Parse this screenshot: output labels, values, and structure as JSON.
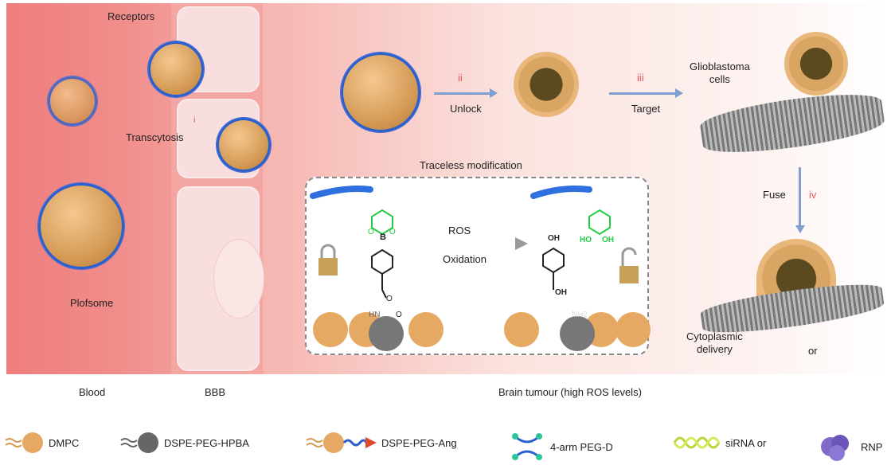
{
  "regions": {
    "blood": "Blood",
    "bbb": "BBB",
    "tumour": "Brain tumour (high ROS levels)"
  },
  "labels": {
    "receptors": "Receptors",
    "transcytosis": "Transcytosis",
    "step_i": "i",
    "plofsome": "Plofsome",
    "step_ii": "ii",
    "unlock": "Unlock",
    "step_iii": "iii",
    "target": "Target",
    "glioblastoma": "Glioblastoma\ncells",
    "traceless": "Traceless modification",
    "fuse": "Fuse",
    "step_iv": "iv",
    "cytoplasmic": "Cytoplasmic\ndelivery",
    "or": "or"
  },
  "chemistry": {
    "ros": "ROS",
    "oxidation": "Oxidation",
    "boron": "B",
    "o1": "O",
    "o2": "O",
    "o3": "O",
    "o4": "O",
    "hn": "HN",
    "nh2": "NH2",
    "oh_top": "OH",
    "oh_bottom": "OH",
    "ho": "HO",
    "oh_right": "OH"
  },
  "legend": [
    {
      "label": "DMPC",
      "icon": "dmpc-lipid-icon"
    },
    {
      "label": "DSPE-PEG-HPBA",
      "icon": "dspe-peg-hpba-icon"
    },
    {
      "label": "DSPE-PEG-Ang",
      "icon": "dspe-peg-ang-icon"
    },
    {
      "label": "4-arm PEG-D",
      "icon": "four-arm-peg-icon"
    },
    {
      "label": "siRNA or",
      "icon": "sirna-icon"
    },
    {
      "label": "RNP",
      "icon": "rnp-icon"
    }
  ],
  "colors": {
    "blood": "#ef7e7c",
    "bbb": "#f4a6a3",
    "peg": "#2a5fd0",
    "step": "#e8595a",
    "green_chem": "#22cc44",
    "arrow": "#7f9fd0"
  }
}
